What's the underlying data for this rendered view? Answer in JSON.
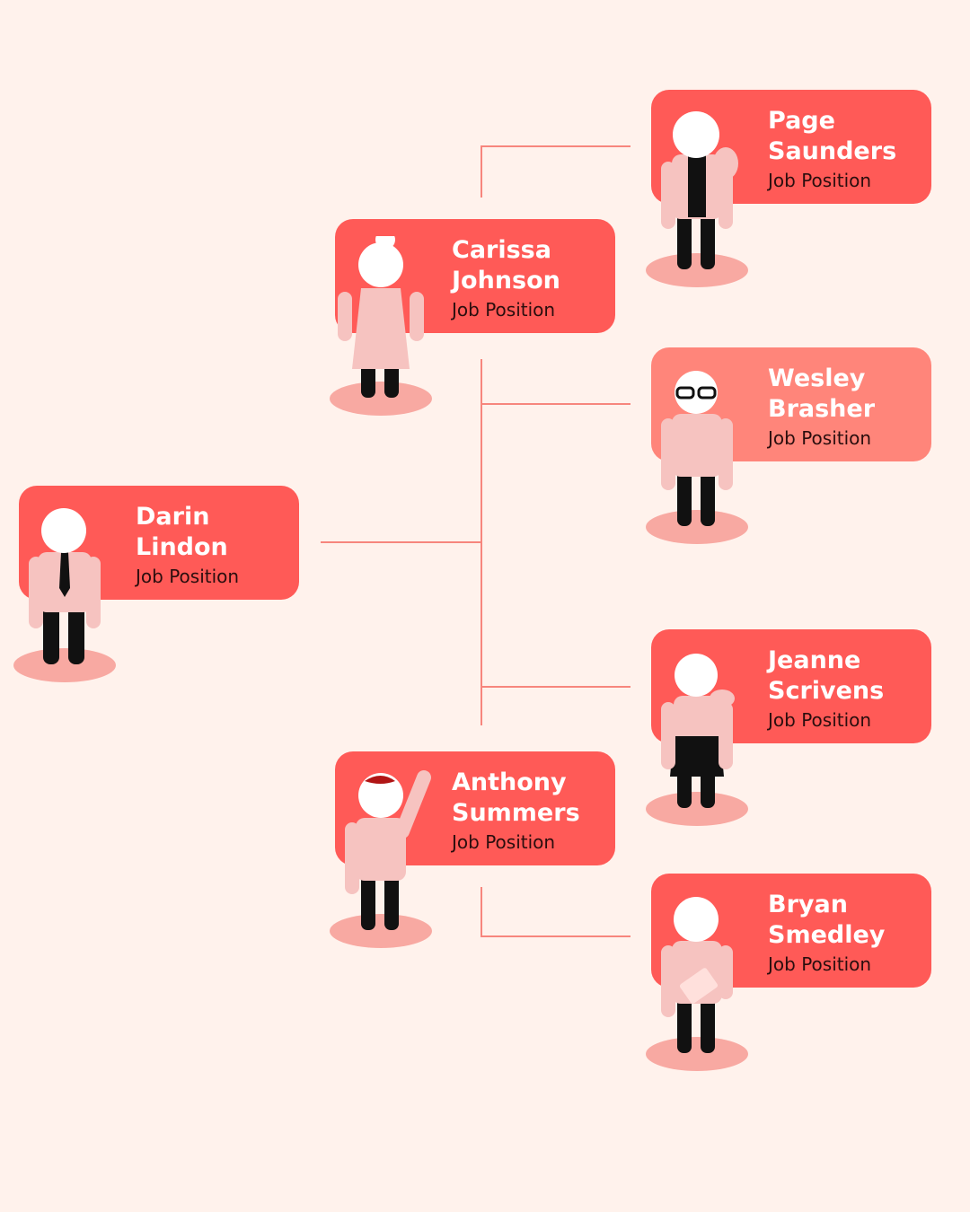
{
  "colors": {
    "background": "#FFF2EC",
    "card": "#FF5A57",
    "card_highlight": "#FF857A",
    "connector": "#F7867D"
  },
  "people": [
    {
      "id": "darin",
      "first": "Darin",
      "last": "Lindon",
      "job": "Job Position"
    },
    {
      "id": "carissa",
      "first": "Carissa",
      "last": "Johnson",
      "job": "Job Position"
    },
    {
      "id": "anthony",
      "first": "Anthony",
      "last": "Summers",
      "job": "Job Position"
    },
    {
      "id": "page",
      "first": "Page",
      "last": "Saunders",
      "job": "Job Position"
    },
    {
      "id": "wesley",
      "first": "Wesley",
      "last": "Brasher",
      "job": "Job Position"
    },
    {
      "id": "jeanne",
      "first": "Jeanne",
      "last": "Scrivens",
      "job": "Job Position"
    },
    {
      "id": "bryan",
      "first": "Bryan",
      "last": "Smedley",
      "job": "Job Position"
    }
  ]
}
